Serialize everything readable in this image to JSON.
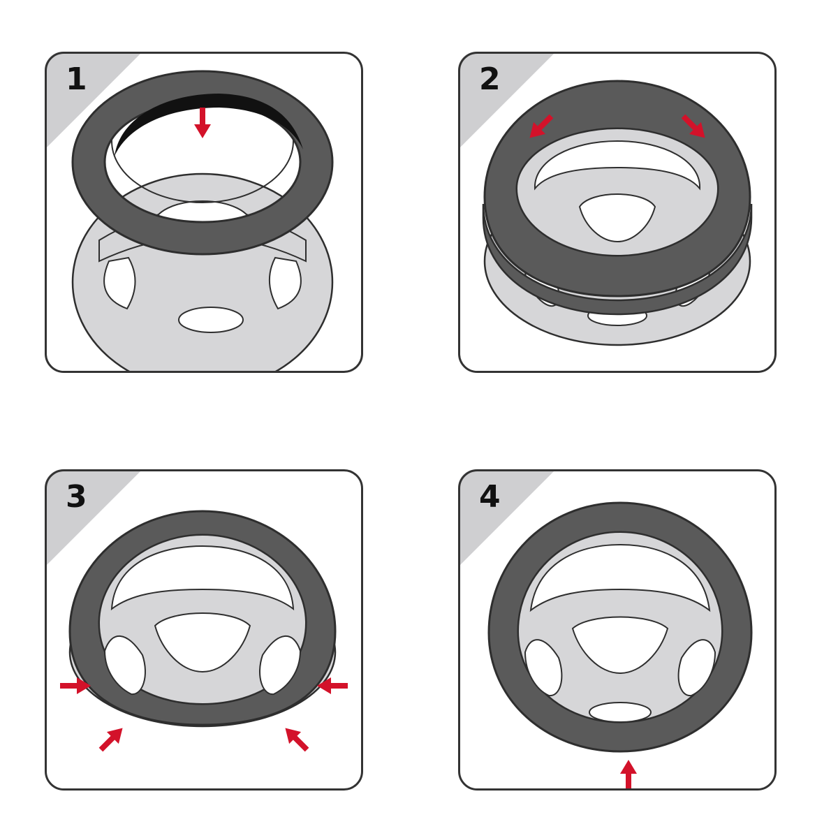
{
  "steps": [
    {
      "number": "1"
    },
    {
      "number": "2"
    },
    {
      "number": "3"
    },
    {
      "number": "4"
    }
  ],
  "colors": {
    "cover": "#5a5a5a",
    "cover_dark": "#111111",
    "wheel": "#d6d6d8",
    "outline": "#2e2e2e",
    "corner_tab": "#cfcfd1",
    "arrow": "#d3122a",
    "frame": "#333333"
  },
  "icons": {
    "arrow": "red-arrow-icon",
    "cover": "steering-wheel-cover",
    "wheel": "steering-wheel"
  }
}
